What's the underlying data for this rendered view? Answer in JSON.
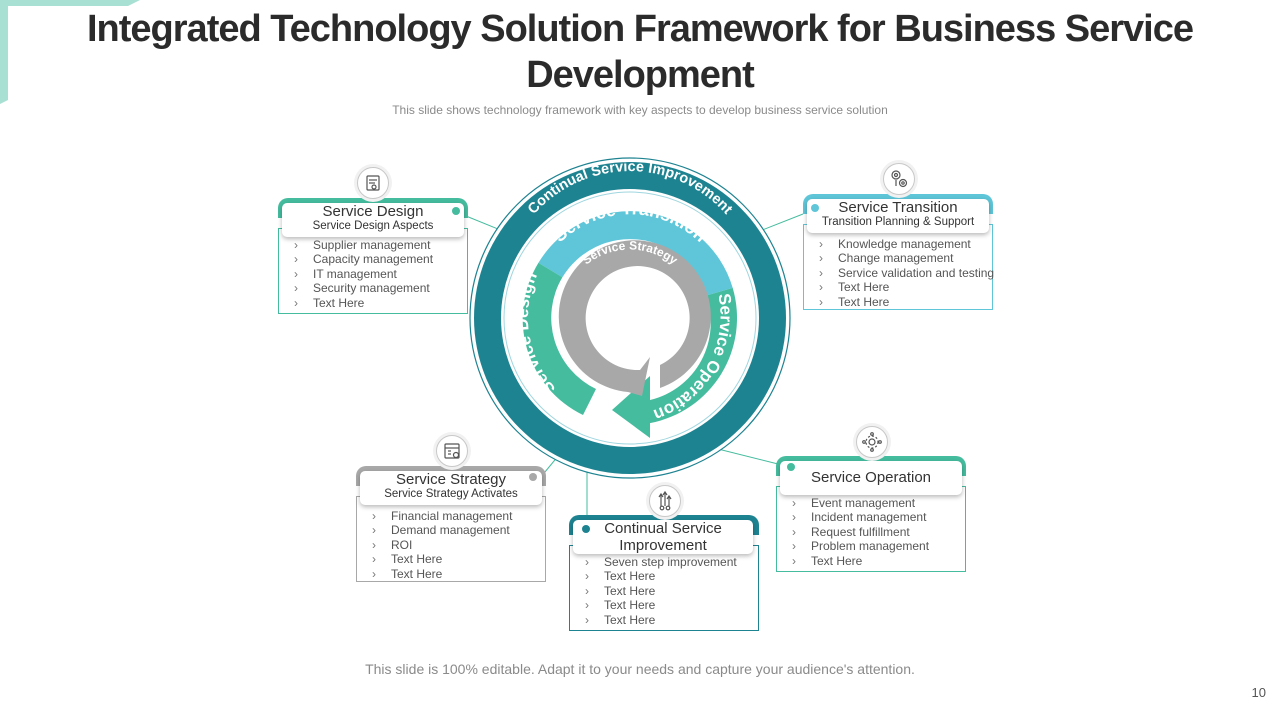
{
  "title": "Integrated Technology Solution Framework for Business Service Development",
  "subtitle": "This slide shows technology framework  with key aspects to develop  business service  solution",
  "footer": "This slide is 100% editable. Adapt it to your needs and capture your audience's attention.",
  "page_number": "10",
  "colors": {
    "dark_teal": "#1e8391",
    "light_blue": "#5ec6d8",
    "green": "#45bc9e",
    "gray": "#a8a8a8",
    "mint": "#a8e0d3"
  },
  "wheel": {
    "outer_ring": "Continual Service Improvement",
    "transition": "Service Transition",
    "design": "Service Design",
    "operation": "Service Operation",
    "strategy": "Service Strategy"
  },
  "cards": {
    "service_design": {
      "title": "Service Design",
      "subtitle": "Service Design Aspects",
      "icon": "blueprint-icon",
      "items": [
        "Supplier management",
        "Capacity management",
        "IT management",
        "Security management",
        "Text Here"
      ]
    },
    "service_transition": {
      "title": "Service Transition",
      "subtitle": "Transition Planning & Support",
      "icon": "gears-settings-icon",
      "items": [
        "Knowledge management",
        "Change management",
        "Service validation and testing",
        "Text Here",
        "Text Here"
      ]
    },
    "service_strategy": {
      "title": "Service Strategy",
      "subtitle": "Service Strategy Activates",
      "icon": "calendar-gear-icon",
      "items": [
        "Financial management",
        "Demand management",
        "ROI",
        "Text Here",
        "Text Here"
      ]
    },
    "continual_improvement": {
      "title": "Continual  Service Improvement",
      "icon": "improvement-arrows-icon",
      "items": [
        "Seven step improvement",
        "Text Here",
        "Text Here",
        "Text Here",
        "Text Here"
      ]
    },
    "service_operation": {
      "title": "Service Operation",
      "icon": "cycle-gear-icon",
      "items": [
        "Event management",
        "Incident management",
        "Request fulfillment",
        "Problem management",
        "Text Here"
      ]
    }
  }
}
